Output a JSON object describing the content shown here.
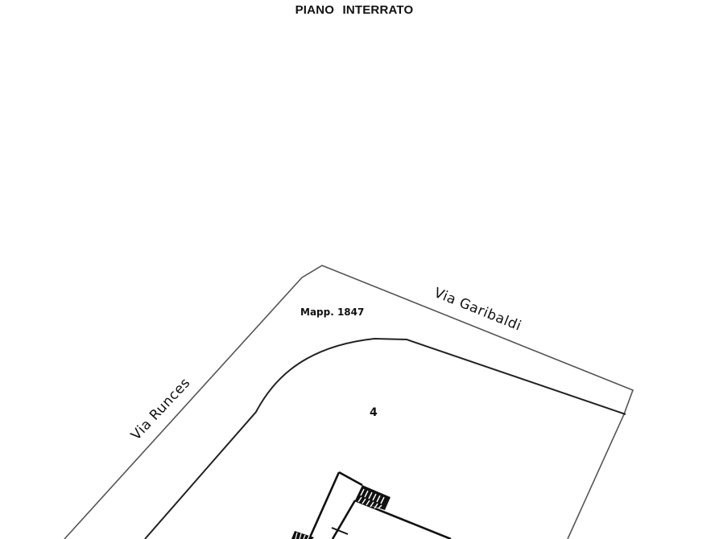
{
  "drawing": {
    "title": "PIANO INTERRATO",
    "labels": {
      "street_north": "Via Garibaldi",
      "street_west": "Via Runces",
      "parcel_ref": "Mapp. 1847",
      "area_number": "4"
    },
    "colors": {
      "background": "#ffffff",
      "line": "#222222",
      "thin_line": "#555555",
      "text": "#111111"
    }
  }
}
